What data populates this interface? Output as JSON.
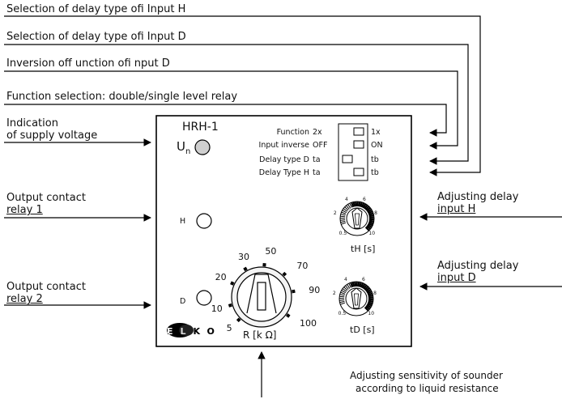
{
  "annotations": {
    "delay_type_h": "Selection of delay type ofi Input H",
    "delay_type_d": "Selection of delay type ofi Input D",
    "inversion_d": "Inversion off unction ofi nput D",
    "function_selection": "Function selection: double/single level relay",
    "supply_voltage_line1": "Indication",
    "supply_voltage_line2": "of supply voltage",
    "output_relay1_line1": "Output contact",
    "output_relay1_line2": "relay 1",
    "output_relay2_line1": "Output contact",
    "output_relay2_line2": "relay 2",
    "adj_delay_h_line1": "Adjusting delay",
    "adj_delay_h_line2": "input H",
    "adj_delay_d_line1": "Adjusting delay",
    "adj_delay_d_line2": "input D",
    "sensitivity_line1": "Adjusting sensitivity of sounder",
    "sensitivity_line2": "according to liquid resistance"
  },
  "device": {
    "model": "HRH-1",
    "un_label": "U",
    "un_sub": "n",
    "h_label": "H",
    "d_label": "D",
    "brand": "ELKO",
    "switches": [
      {
        "name": "Function",
        "left": "2x",
        "right": "1x"
      },
      {
        "name": "Input inverse",
        "left": "OFF",
        "right": "ON"
      },
      {
        "name": "Delay type D",
        "left": "ta",
        "right": "tb"
      },
      {
        "name": "Delay Type H",
        "left": "ta",
        "right": "tb"
      }
    ],
    "dial_th": {
      "label": "tH [s]",
      "ticks": [
        "0.5",
        "2",
        "4",
        "6",
        "8",
        "10"
      ]
    },
    "dial_td": {
      "label": "tD [s]",
      "ticks": [
        "0.5",
        "2",
        "4",
        "6",
        "8",
        "10"
      ]
    },
    "dial_r": {
      "label": "R [k Ω]",
      "ticks": [
        "5",
        "10",
        "20",
        "30",
        "50",
        "70",
        "90",
        "100"
      ]
    }
  }
}
